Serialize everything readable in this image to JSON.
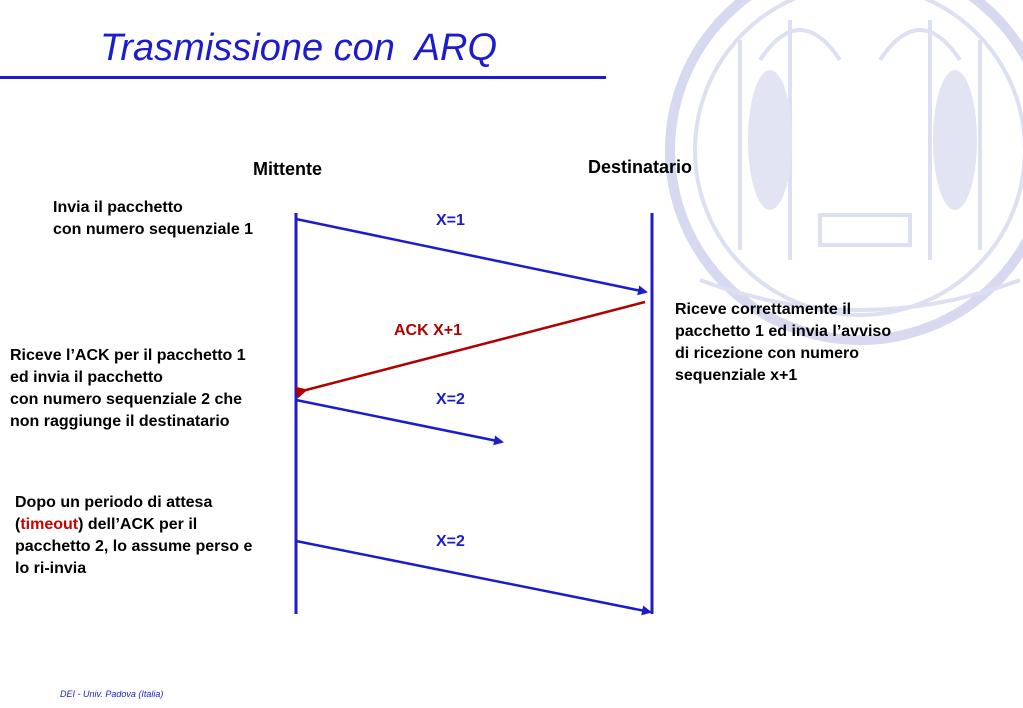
{
  "title": "Trasmissione con  ARQ",
  "lanes": {
    "sender": "Mittente",
    "receiver": "Destinatario"
  },
  "messages": {
    "m1": "X=1",
    "ack": "ACK X+1",
    "m2": "X=2",
    "m3": "X=2"
  },
  "notes": {
    "send1": [
      "Invia il pacchetto",
      "con numero sequenziale 1"
    ],
    "receive_ack": [
      "Riceve l’ACK per il pacchetto 1",
      "ed invia il pacchetto",
      "con numero sequenziale 2 che",
      "non raggiunge il destinatario"
    ],
    "timeout": {
      "line1": "Dopo un periodo di attesa",
      "open_paren": "(",
      "keyword": "timeout",
      "line2_rest": ") dell’ACK per il",
      "line3": "pacchetto 2, lo assume perso e",
      "line4": "lo ri-invia"
    },
    "receiver": [
      "Riceve correttamente il",
      "pacchetto 1 ed invia l’avviso",
      "di ricezione con numero",
      "sequenziale x+1"
    ]
  },
  "footer": "DEI - Univ. Padova (Italia)",
  "colors": {
    "blue": "#1c1ccc",
    "ack_red": "#b00000",
    "timeout_red": "#cc0000",
    "seal": "#d6d9ef"
  }
}
